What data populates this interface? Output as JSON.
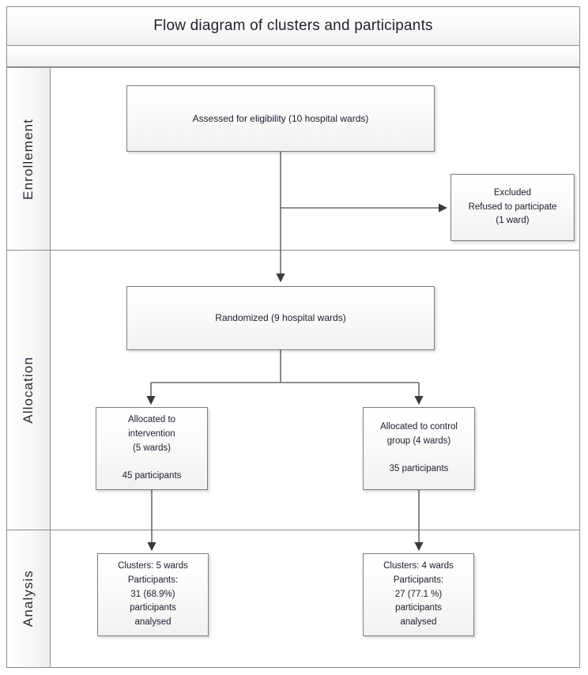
{
  "header": {
    "title": "Flow diagram of clusters and participants",
    "subtitle": ""
  },
  "lanes": [
    {
      "id": "enrollment",
      "label": "Enrollement"
    },
    {
      "id": "allocation",
      "label": "Allocation"
    },
    {
      "id": "analysis",
      "label": "Analysis"
    }
  ],
  "nodes": {
    "assessed": {
      "text": "Assessed for eligibility (10 hospital wards)"
    },
    "excluded": {
      "text": "Excluded\nRefused to participate\n(1 ward)"
    },
    "randomized": {
      "text": "Randomized (9 hospital wards)"
    },
    "allocated_intervention": {
      "text": "Allocated to\nintervention\n(5 wards)\n\n45 participants"
    },
    "allocated_control": {
      "text": "Allocated to control\ngroup (4 wards)\n\n35 participants"
    },
    "analysis_intervention": {
      "text": "Clusters: 5 wards\nParticipants:\n31 (68.9%)\nparticipants\nanalysed"
    },
    "analysis_control": {
      "text": "Clusters: 4 wards\nParticipants:\n27 (77.1 %)\nparticipants\nanalysed"
    }
  },
  "chart_data": {
    "type": "diagram",
    "title": "Flow diagram of clusters and participants",
    "stages": [
      {
        "stage": "Enrollement",
        "items": [
          {
            "label": "Assessed for eligibility",
            "clusters": 10,
            "unit": "hospital wards"
          },
          {
            "label": "Excluded - Refused to participate",
            "clusters": 1,
            "unit": "ward"
          }
        ]
      },
      {
        "stage": "Allocation",
        "items": [
          {
            "label": "Randomized",
            "clusters": 9,
            "unit": "hospital wards"
          },
          {
            "label": "Allocated to intervention",
            "clusters": 5,
            "unit": "wards",
            "participants": 45
          },
          {
            "label": "Allocated to control group",
            "clusters": 4,
            "unit": "wards",
            "participants": 35
          }
        ]
      },
      {
        "stage": "Analysis",
        "items": [
          {
            "label": "Intervention analysed",
            "clusters": 5,
            "unit": "wards",
            "participants_analysed": 31,
            "percent": 68.9
          },
          {
            "label": "Control analysed",
            "clusters": 4,
            "unit": "wards",
            "participants_analysed": 27,
            "percent": 77.1
          }
        ]
      }
    ],
    "edges": [
      {
        "from": "Assessed for eligibility",
        "to": "Excluded"
      },
      {
        "from": "Assessed for eligibility",
        "to": "Randomized"
      },
      {
        "from": "Randomized",
        "to": "Allocated to intervention"
      },
      {
        "from": "Randomized",
        "to": "Allocated to control group"
      },
      {
        "from": "Allocated to intervention",
        "to": "Intervention analysed"
      },
      {
        "from": "Allocated to control group",
        "to": "Control analysed"
      }
    ]
  },
  "colors": {
    "border": "#8d8d8d",
    "node_border": "#7d7d7d",
    "connector": "#6b6b6b",
    "text": "#1c1c2c",
    "background": "#ffffff"
  }
}
